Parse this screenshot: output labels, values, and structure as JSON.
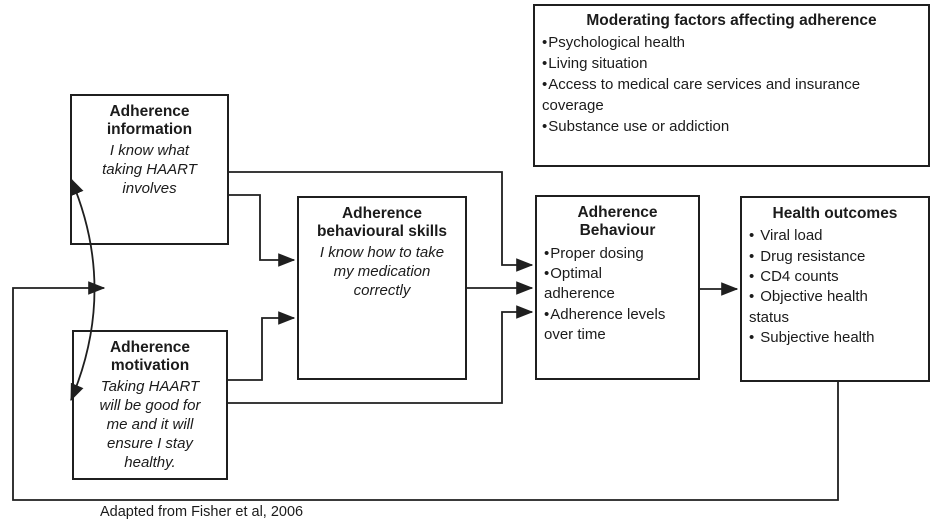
{
  "diagram": {
    "moderating": {
      "title": "Moderating factors affecting adherence",
      "bullet": "•",
      "items": [
        "Psychological health",
        "Living situation",
        "Access to medical care services and insurance\ncoverage",
        "Substance use or addiction"
      ]
    },
    "information": {
      "title": "Adherence\ninformation",
      "belief": "I know what\ntaking HAART\ninvolves"
    },
    "motivation": {
      "title": "Adherence\nmotivation",
      "belief": "Taking HAART\nwill be good for\nme and it will\nensure I stay\nhealthy."
    },
    "skills": {
      "title": "Adherence\nbehavioural skills",
      "belief": "I know how to take\nmy medication\ncorrectly"
    },
    "behaviour": {
      "title": "Adherence\nBehaviour",
      "bullet": "•",
      "items": [
        "Proper dosing",
        "Optimal\nadherence",
        "Adherence levels\nover time"
      ]
    },
    "outcomes": {
      "title": "Health outcomes",
      "bullet": "•",
      "items": [
        "Viral load",
        "Drug resistance",
        "CD4 counts",
        "Objective health\nstatus",
        "Subjective health"
      ]
    },
    "caption": "Adapted from Fisher et al, 2006",
    "colors": {
      "line": "#1f1f1f",
      "text": "#1b1b1b",
      "background": "#ffffff"
    }
  }
}
